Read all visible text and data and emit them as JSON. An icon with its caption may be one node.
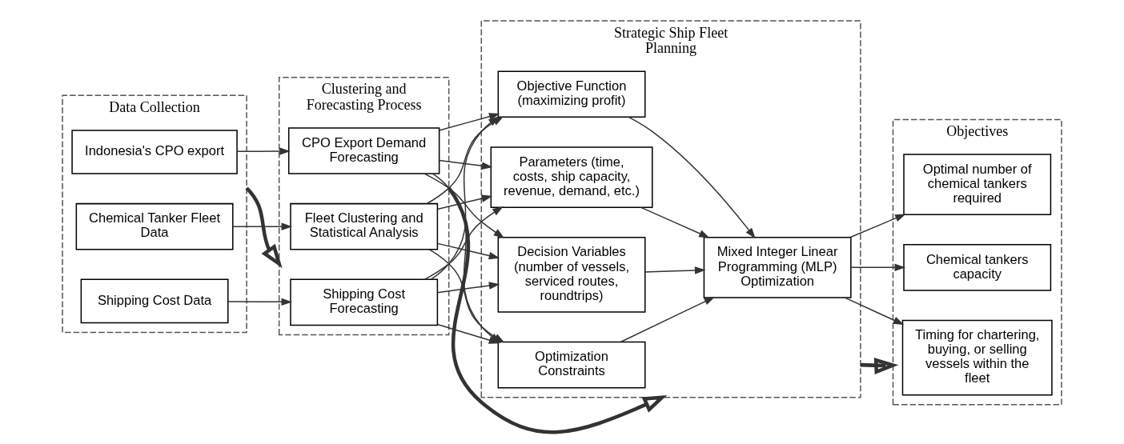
{
  "diagram": {
    "nodes": [
      {
        "text": [
          "Data Collection"
        ]
      },
      {
        "text": [
          "Indonesia's CPO export"
        ],
        "in": 0
      },
      {
        "text": [
          "Chemical Tanker Fleet Data"
        ],
        "in": 0
      },
      {
        "text": [
          "Shipping Cost Data"
        ],
        "in": 0
      },
      {
        "text": [
          "Clustering and Forecasting Process"
        ]
      },
      {
        "text": [
          "CPO Export Demand Forecasting"
        ],
        "in": 4
      },
      {
        "text": [
          "Fleet Clustering and Statistical Analysis"
        ],
        "in": 4
      },
      {
        "text": [
          "Shipping Cost Forecasting"
        ],
        "in": 4
      },
      {
        "text": [
          "Strategic Ship Fleet Planning"
        ]
      },
      {
        "text": [
          "Objective Function (maximizing profit)"
        ],
        "in": 8
      },
      {
        "text": [
          "Parameters (time, costs, ship capacity, revenue, demand, etc.)"
        ],
        "in": 8
      },
      {
        "text": [
          "Decision Variables (number of vessels, serviced routes, roundtrips)"
        ],
        "in": 8
      },
      {
        "text": [
          "Optimization Constraints"
        ],
        "in": 8
      },
      {
        "text": [
          "Mixed Integer Linear Programming (MLP) Optimization"
        ],
        "in": 8
      },
      {
        "text": [
          "Objectives"
        ]
      },
      {
        "text": [
          "Optimal number of chemical tankers required"
        ],
        "in": 14
      },
      {
        "text": [
          "Chemical tankers capacity"
        ],
        "in": 14
      },
      {
        "text": [
          "Timing for chartering, buying, or selling vessels within the fleet"
        ],
        "in": 14
      }
    ],
    "edges": [
      {
        "from": 0,
        "to": 4,
        "arrow": "to",
        "style": "thick"
      },
      {
        "from": 4,
        "to": 8,
        "arrow": "to",
        "style": "thick"
      },
      {
        "from": 8,
        "to": 14,
        "arrow": "to",
        "style": "thick"
      },
      {
        "from": 1,
        "to": 5,
        "arrow": "to"
      },
      {
        "from": 2,
        "to": 6,
        "arrow": "to"
      },
      {
        "from": 3,
        "to": 7,
        "arrow": "to"
      },
      {
        "from": 5,
        "to": 9,
        "arrow": "to"
      },
      {
        "from": 5,
        "to": 10,
        "arrow": "to"
      },
      {
        "from": 5,
        "to": 11,
        "arrow": "to"
      },
      {
        "from": 5,
        "to": 12,
        "arrow": "to"
      },
      {
        "from": 6,
        "to": 9,
        "arrow": "to"
      },
      {
        "from": 6,
        "to": 10,
        "arrow": "to"
      },
      {
        "from": 6,
        "to": 11,
        "arrow": "to"
      },
      {
        "from": 6,
        "to": 12,
        "arrow": "to"
      },
      {
        "from": 7,
        "to": 9,
        "arrow": "to"
      },
      {
        "from": 7,
        "to": 10,
        "arrow": "to"
      },
      {
        "from": 7,
        "to": 11,
        "arrow": "to"
      },
      {
        "from": 7,
        "to": 12,
        "arrow": "to"
      },
      {
        "from": 9,
        "to": 13,
        "arrow": "to"
      },
      {
        "from": 10,
        "to": 13,
        "arrow": "to"
      },
      {
        "from": 11,
        "to": 13,
        "arrow": "to"
      },
      {
        "from": 12,
        "to": 13,
        "arrow": "to"
      },
      {
        "from": 13,
        "to": 15,
        "arrow": "to"
      },
      {
        "from": 13,
        "to": 16,
        "arrow": "to"
      },
      {
        "from": 13,
        "to": 17,
        "arrow": "to"
      }
    ]
  }
}
